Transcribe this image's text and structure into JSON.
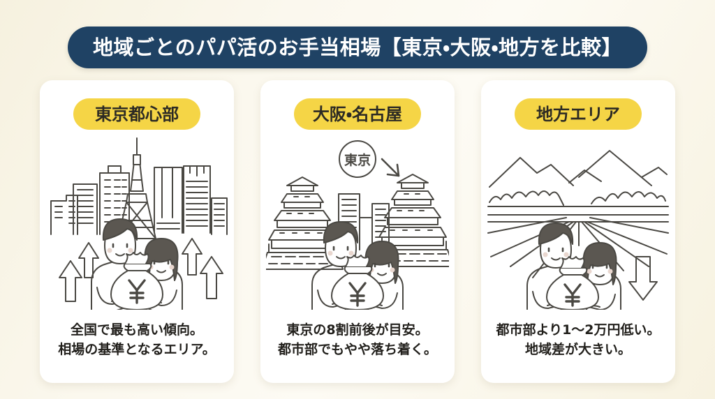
{
  "banner": {
    "title": "地域ごとのパパ活のお手当相場【東京・大阪・地方を比較】",
    "bg_color": "#1f4264",
    "text_color": "#ffffff"
  },
  "theme": {
    "page_bg": "#f8f4e6",
    "card_bg": "#ffffff",
    "badge_yellow": "#f5d546",
    "ink": "#3a3833"
  },
  "cards": [
    {
      "badge": "東京都心部",
      "caption_line1": "全国で最も高い傾向。",
      "caption_line2": "相場の基準となるエリア。",
      "illustration": "tokyo-skyline-couple-money-up-arrows",
      "art_elements": [
        "tokyo-tower",
        "skyscrapers",
        "up-arrow-left",
        "up-arrow-right",
        "couple",
        "money-bag-yen"
      ]
    },
    {
      "badge": "大阪・名古屋",
      "caption_line1": "東京の8割前後が目安。",
      "caption_line2": "都市部でもやや落ち着く。",
      "illustration": "castles-couple-money-tokyo-down-arrow",
      "art_elements": [
        "osaka-castle",
        "nagoya-castle",
        "city-buildings",
        "tokyo-circle-badge",
        "down-right-arrow",
        "couple",
        "money-bag-yen"
      ],
      "badge_in_art": "東京"
    },
    {
      "badge": "地方エリア",
      "caption_line1": "都市部より1〜2万円低い。",
      "caption_line2": "地域差が大きい。",
      "illustration": "mountains-ricefield-couple-money-down-arrow",
      "art_elements": [
        "mountains",
        "rice-fields",
        "couple",
        "money-bag-yen",
        "down-arrow"
      ]
    }
  ],
  "currency_symbol": "¥"
}
